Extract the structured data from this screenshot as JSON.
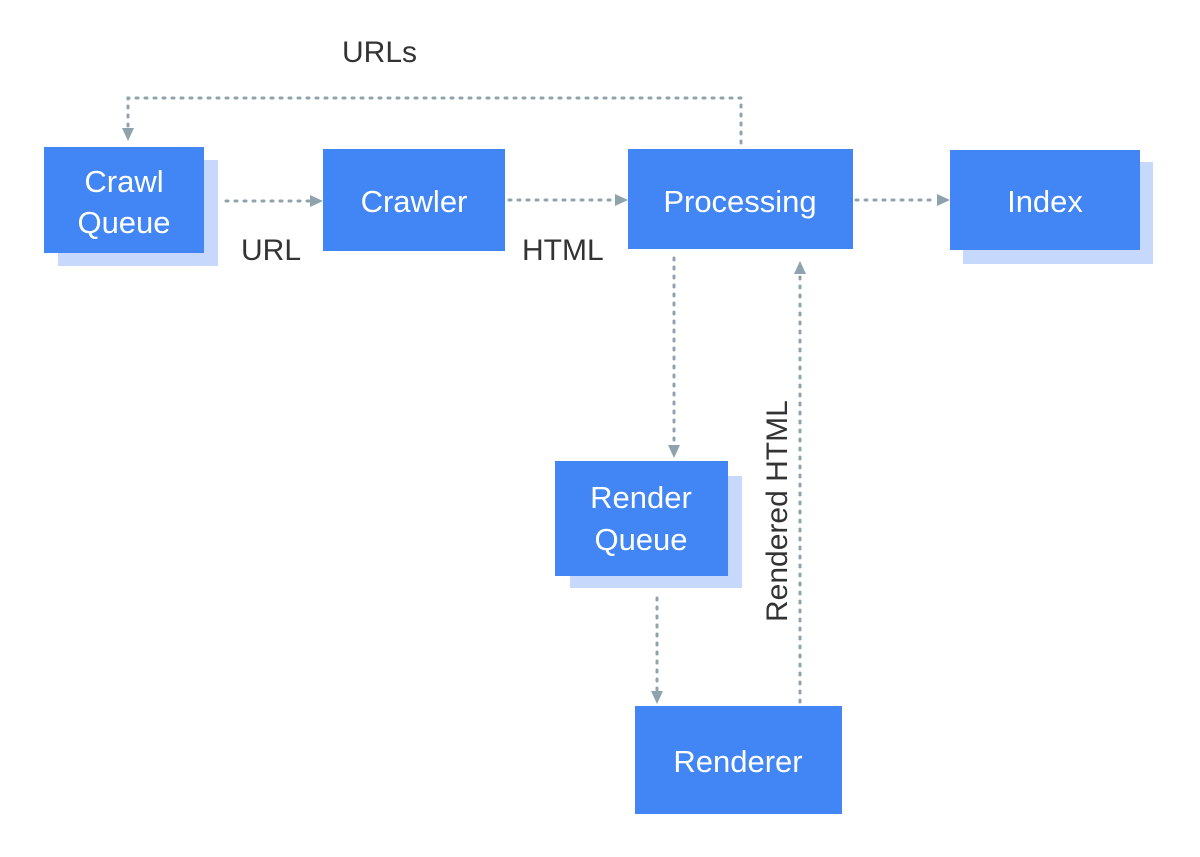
{
  "nodes": {
    "crawl_queue": {
      "line1": "Crawl",
      "line2": "Queue"
    },
    "crawler": {
      "label": "Crawler"
    },
    "processing": {
      "label": "Processing"
    },
    "index": {
      "label": "Index"
    },
    "render_queue": {
      "line1": "Render",
      "line2": "Queue"
    },
    "renderer": {
      "label": "Renderer"
    }
  },
  "edges": {
    "urls_label": "URLs",
    "url_label": "URL",
    "html_label": "HTML",
    "rendered_html_label": "Rendered HTML"
  },
  "colors": {
    "node_fill": "#4285f4",
    "node_shadow": "#c6d8fb",
    "edge": "#8fa3ad",
    "label_text": "#333333"
  }
}
